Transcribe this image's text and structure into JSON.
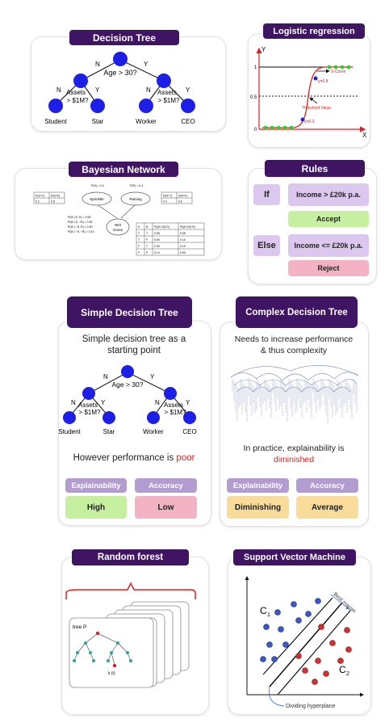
{
  "decision_tree": {
    "title": "Decision Tree",
    "root": "Age > 30?",
    "no": "N",
    "yes": "Y",
    "assets": "Assets",
    "assets_q": "> $1M?",
    "leaves": [
      "Student",
      "Star",
      "Worker",
      "CEO"
    ]
  },
  "logistic": {
    "title": "Logistic regression",
    "y_axis": "Y",
    "x_axis": "X",
    "tick_1": "1",
    "tick_05": "0.5",
    "tick_0": "0",
    "s_curve": "S-Curve",
    "y08": "y=0.8",
    "threshold": "Threshold Value",
    "y03": "y=0.3"
  },
  "bayes": {
    "title": "Bayesian Network",
    "nodes": {
      "sprinkler": "Sprinkler",
      "raining": "Raining",
      "wet": "Wet",
      "grass": "Grass"
    },
    "ps": "P(S) = 0.2",
    "pr": "P(R) = 0.4",
    "left_table": [
      [
        "P(S=T)",
        "P(S=F)"
      ],
      [
        "0.2",
        "0.8"
      ]
    ],
    "right_table": [
      [
        "P(R=T)",
        "P(R=F)"
      ],
      [
        "0.4",
        "0.6"
      ]
    ],
    "cpt_lines": [
      "P(W | S, R) = 0.95",
      "P(W | S, ¬R) = 0.90",
      "P(W | ¬S, R) = 0.90",
      "P(W | ¬S, ¬R) = 0.10"
    ],
    "bottom_table": [
      [
        "S",
        "R",
        "P(W=T|S,R)",
        "P(W=F|S,R)"
      ],
      [
        "T",
        "T",
        "0.95",
        "0.05"
      ],
      [
        "T",
        "F",
        "0.90",
        "0.10"
      ],
      [
        "F",
        "T",
        "0.90",
        "0.10"
      ],
      [
        "F",
        "F",
        "0.10",
        "0.90"
      ]
    ]
  },
  "rules": {
    "title": "Rules",
    "if": "If",
    "cond1": "Income > £20k p.a.",
    "accept": "Accept",
    "else": "Else",
    "cond2": "Income <= £20k p.a.",
    "reject": "Reject"
  },
  "simple_tree": {
    "title": "Simple Decision Tree",
    "desc_line1": "Simple decision tree as a",
    "desc_line2": "starting point",
    "perf_prefix": "However performance is ",
    "perf_word": "poor",
    "expl_label": "Explainability",
    "acc_label": "Accuracy",
    "expl_value": "High",
    "acc_value": "Low"
  },
  "complex_tree": {
    "title": "Complex Decision Tree",
    "desc_line1": "Needs to increase performance",
    "desc_line2": "& thus complexity",
    "note_line1": "In practice, explainability is",
    "note_word": "diminished",
    "expl_label": "Explainability",
    "acc_label": "Accuracy",
    "expl_value": "Diminishing",
    "acc_value": "Average"
  },
  "forest": {
    "title": "Random forest",
    "tree_label": "tree P",
    "k_label": "k (t)"
  },
  "svm": {
    "title": "Support Vector Machine",
    "c1": "C",
    "c1_sub": "1",
    "c2": "C",
    "c2_sub": "2",
    "margin": "Best margin",
    "hyperplane": "Dividing hyperplane"
  },
  "colors": {
    "title_bg": "#3f1563",
    "tree_node": "#1d1fe6",
    "label_bg": "#b39cd0",
    "green": "#c6f0a0",
    "pink": "#f3b3c4",
    "lavender": "#dcc8ee",
    "orange": "#f9dc9a",
    "red": "#e02020"
  }
}
